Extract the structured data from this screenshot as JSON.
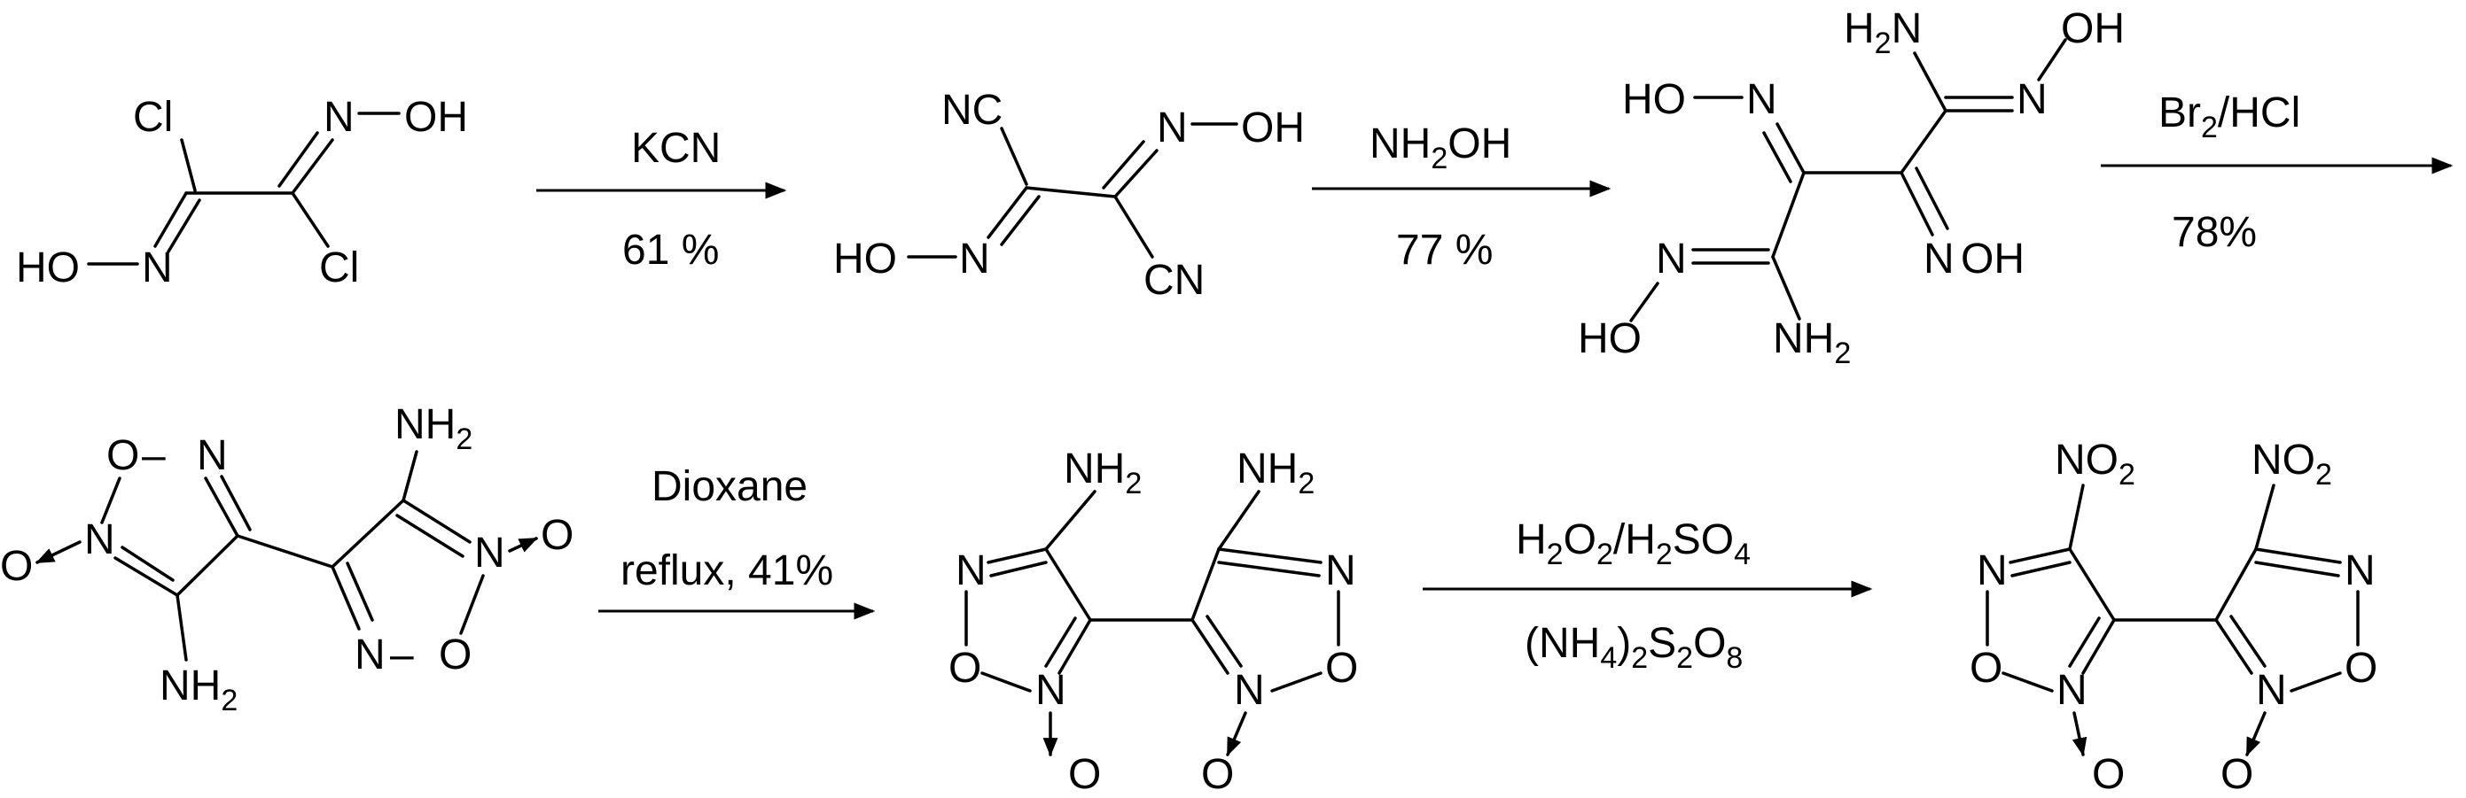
{
  "atoms": {
    "cl": "Cl",
    "n": "N",
    "o": "O",
    "oh": "OH",
    "ho": "HO",
    "nc": "NC",
    "cn": "CN",
    "h": "H",
    "nh": "NH",
    "no": "NO",
    "two": "2",
    "dash": "–"
  },
  "conditions": {
    "step1_above": "KCN",
    "step1_below": "61 %",
    "step2_above_main": "NH",
    "step2_above_sub": "2",
    "step2_above_tail": "OH",
    "step2_below": "77 %",
    "step3_above_main": "Br",
    "step3_above_sub": "2",
    "step3_above_tail": "/HCl",
    "step3_below": "78%",
    "step4_above": "Dioxane",
    "step4_below": "reflux, 41%",
    "step5_above": {
      "p1": "H",
      "s1": "2",
      "p2": "O",
      "s2": "2",
      "p3": "/H",
      "s3": "2",
      "p4": "SO",
      "s4": "4"
    },
    "step5_below": {
      "p1": "(NH",
      "s1": "4",
      "p2": ")",
      "s2": "2",
      "p3": "S",
      "s3": "2",
      "p4": "O",
      "s4": "8"
    }
  }
}
